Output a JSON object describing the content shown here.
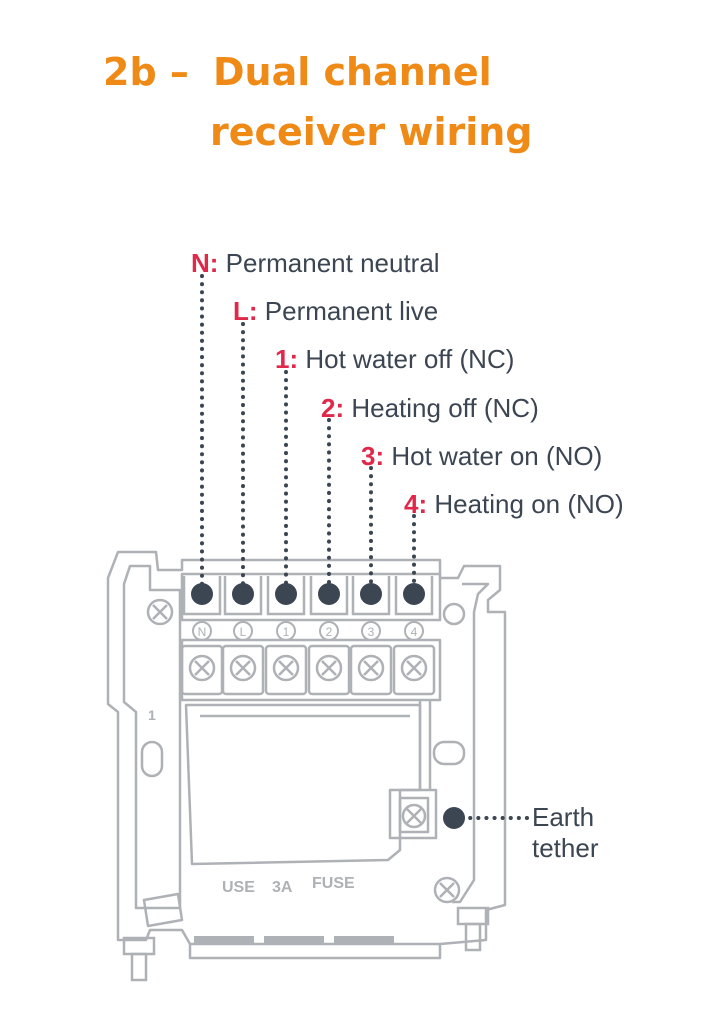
{
  "colors": {
    "title": "#ef8a17",
    "terminal_code": "#e0294a",
    "text": "#3c4552",
    "line": "#aeb1b5",
    "dot": "#3c4552"
  },
  "title": {
    "prefix": "2b –",
    "line1": "Dual channel",
    "line2": "receiver wiring"
  },
  "terminals": [
    {
      "code": "N:",
      "description": "Permanent neutral",
      "marking": "N"
    },
    {
      "code": "L:",
      "description": "Permanent live",
      "marking": "L"
    },
    {
      "code": "1:",
      "description": "Hot water off (NC)",
      "marking": "1"
    },
    {
      "code": "2:",
      "description": "Heating off (NC)",
      "marking": "2"
    },
    {
      "code": "3:",
      "description": "Hot water on (NO)",
      "marking": "3"
    },
    {
      "code": "4:",
      "description": "Heating on (NO)",
      "marking": "4"
    }
  ],
  "earth_tether": {
    "line1": "Earth",
    "line2": "tether"
  },
  "backplate_markings": {
    "side_number": "1",
    "fuse_text": [
      "USE",
      "3A",
      "FUSE"
    ]
  }
}
